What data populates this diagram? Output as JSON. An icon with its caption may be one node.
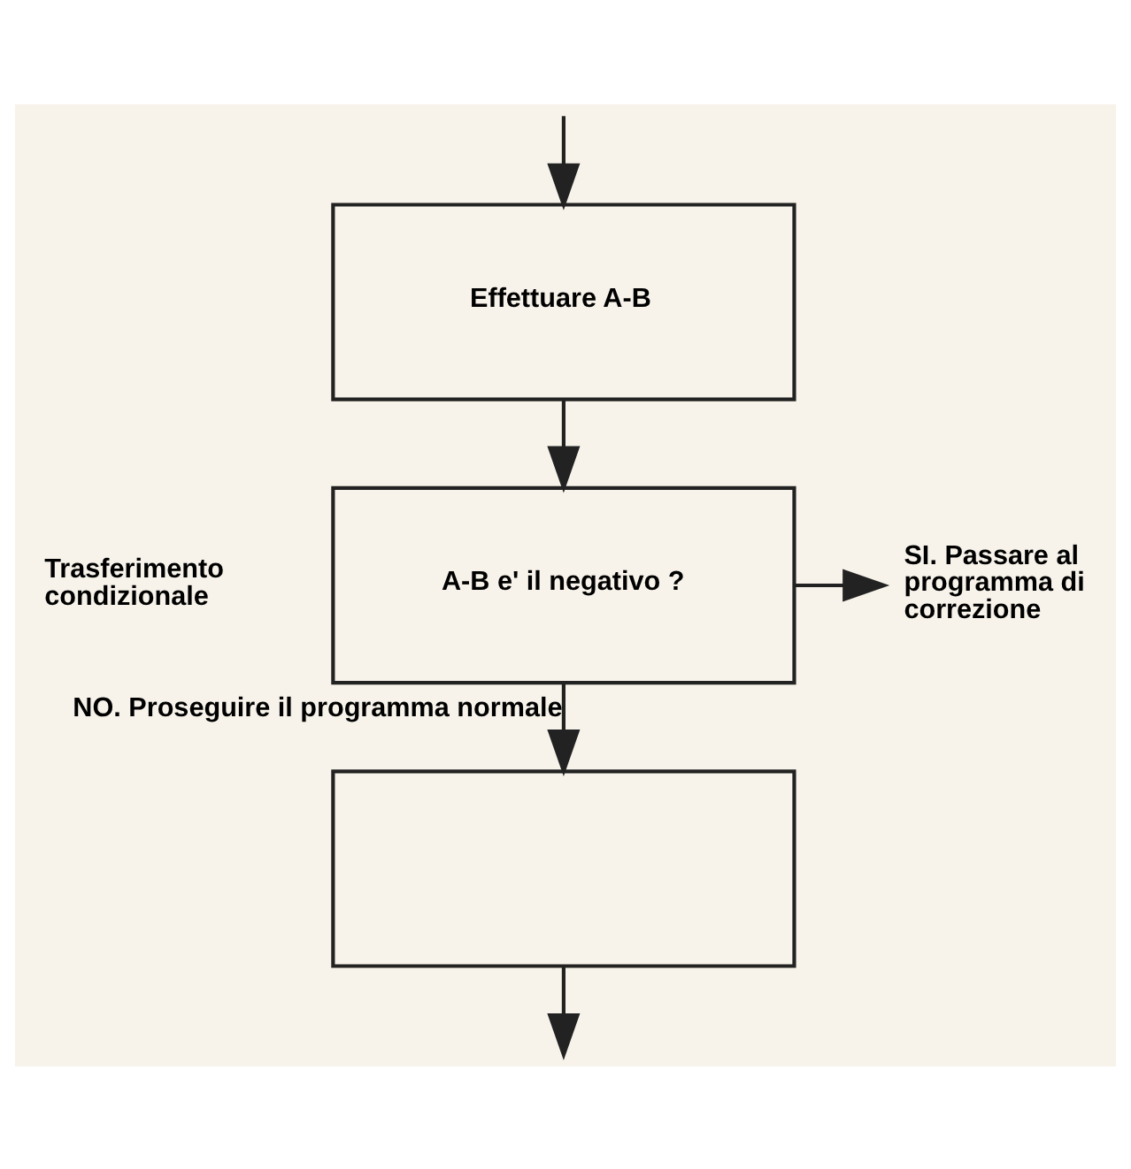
{
  "diagram": {
    "nodes": [
      {
        "text": [
          "Effettuare A-B"
        ]
      },
      {
        "text": [
          "A-B e' il negativo ?"
        ]
      },
      {
        "text": [
          "SI. Passare al programma di correzione"
        ]
      },
      {
        "text": [],
        "shape": "box"
      }
    ],
    "edges": [
      {
        "from": null,
        "to": 0,
        "arrow": "to"
      },
      {
        "from": 0,
        "to": 1,
        "arrow": "to"
      },
      {
        "from": 1,
        "to": 2,
        "arrow": "to"
      },
      {
        "from": 1,
        "to": 3,
        "arrow": "to",
        "label": "NO. Proseguire il programma normale"
      },
      {
        "from": 3,
        "to": null,
        "arrow": "to"
      }
    ],
    "labels": [
      "Trasferimento condizionale"
    ]
  }
}
